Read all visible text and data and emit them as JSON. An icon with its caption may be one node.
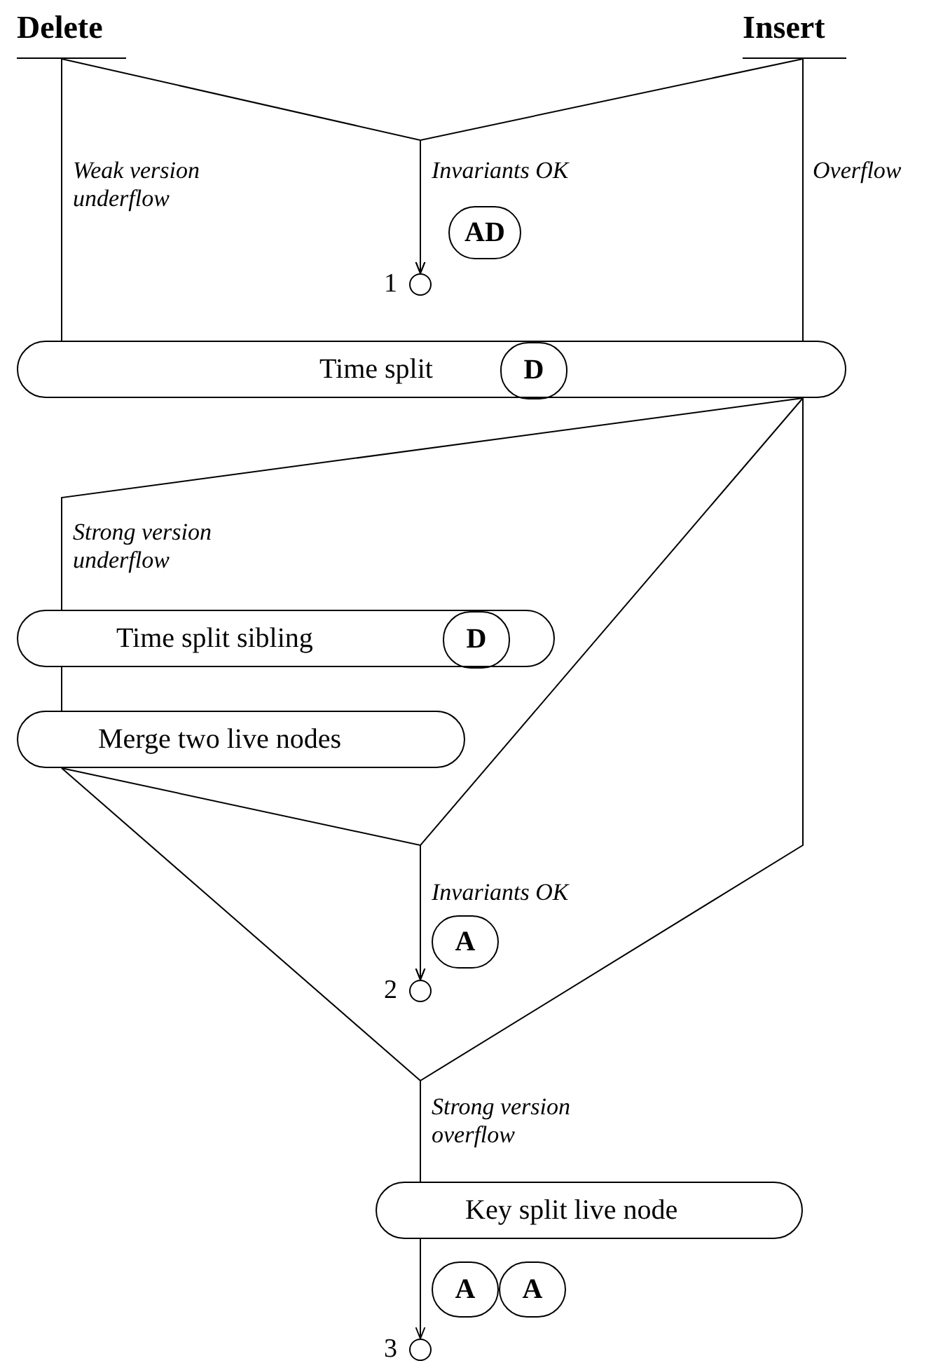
{
  "diagram": {
    "nodes": [
      {
        "text": [
          "Delete"
        ]
      },
      {
        "text": [
          "Insert"
        ]
      },
      {
        "text": [
          "AD"
        ]
      },
      {
        "text": [],
        "shape": "circle",
        "beside": [
          "1"
        ]
      },
      {
        "text": [
          "Time split"
        ]
      },
      {
        "text": [
          "D"
        ],
        "in": 4
      },
      {
        "text": [
          "Time split sibling"
        ]
      },
      {
        "text": [
          "D"
        ],
        "in": 6
      },
      {
        "text": [
          "Merge two live nodes"
        ]
      },
      {
        "text": [
          "A"
        ]
      },
      {
        "text": [],
        "shape": "circle",
        "beside": [
          "2"
        ]
      },
      {
        "text": [
          "Key split live node"
        ]
      },
      {
        "text": [
          "A"
        ]
      },
      {
        "text": [
          "A"
        ]
      },
      {
        "text": [],
        "shape": "circle",
        "beside": [
          "3"
        ]
      }
    ],
    "edges": [
      {
        "from": 0,
        "to": 3,
        "arrow": "to",
        "label": "Invariants OK"
      },
      {
        "from": 1,
        "to": 3,
        "arrow": "to"
      },
      {
        "from": 0,
        "to": 4,
        "arrow": "none",
        "label": "Weak version underflow"
      },
      {
        "from": 1,
        "to": 4,
        "arrow": "none",
        "label": "Overflow"
      },
      {
        "from": 4,
        "to": 6,
        "arrow": "none",
        "label": "Strong version underflow"
      },
      {
        "from": 6,
        "to": 8,
        "arrow": "none"
      },
      {
        "from": 4,
        "to": 10,
        "arrow": "to",
        "label": "Invariants OK"
      },
      {
        "from": 8,
        "to": 10,
        "arrow": "to"
      },
      {
        "from": 8,
        "to": 11,
        "arrow": "none",
        "label": "Strong version overflow"
      },
      {
        "from": 4,
        "to": 11,
        "arrow": "none"
      },
      {
        "from": 11,
        "to": 14,
        "arrow": "to"
      }
    ]
  }
}
